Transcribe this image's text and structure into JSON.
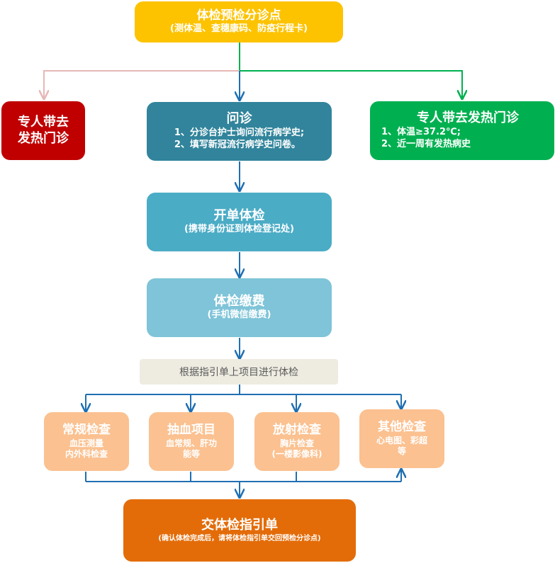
{
  "colors": {
    "triage": "#fdc300",
    "inquiry": "#31849b",
    "register": "#4bacc6",
    "payment": "#7fc4d8",
    "guide": "#eeece1",
    "exam": "#fbc190",
    "submit": "#e36c09",
    "fever_red": "#c00000",
    "fever_green": "#00b050",
    "arrow_blue": "#1f6fb2",
    "arrow_green": "#00b050",
    "arrow_pink": "#e6b8b7"
  },
  "triage": {
    "title": "体检预检分诊点",
    "sub": "(测体温、查穗康码、防疫行程卡)"
  },
  "fever_left": {
    "line1": "专人带去",
    "line2": "发热门诊"
  },
  "inquiry": {
    "title": "问诊",
    "items": [
      "1、分诊台护士询问流行病学史;",
      "2、填写新冠流行病学史问卷。"
    ]
  },
  "fever_right": {
    "title": "专人带去发热门诊",
    "items": [
      "1、体温≥37.2℃;",
      "2、近一周有发热病史"
    ]
  },
  "register": {
    "title": "开单体检",
    "sub": "(携带身份证到体检登记处)"
  },
  "payment": {
    "title": "体检缴费",
    "sub": "(手机微信缴费)"
  },
  "guide": {
    "text": "根据指引单上项目进行体检"
  },
  "exams": [
    {
      "title": "常规检查",
      "line1": "血压测量",
      "line2": "内外科检查"
    },
    {
      "title": "抽血项目",
      "line1": "血常规、肝功",
      "line2": "能等"
    },
    {
      "title": "放射检查",
      "line1": "胸片检查",
      "line2": "(一楼影像科)"
    },
    {
      "title": "其他检查",
      "line1": "心电图、彩超",
      "line2": "等"
    }
  ],
  "submit": {
    "title": "交体检指引单",
    "sub": "(确认体检完成后，请将体检指引单交回预检分诊点)"
  }
}
